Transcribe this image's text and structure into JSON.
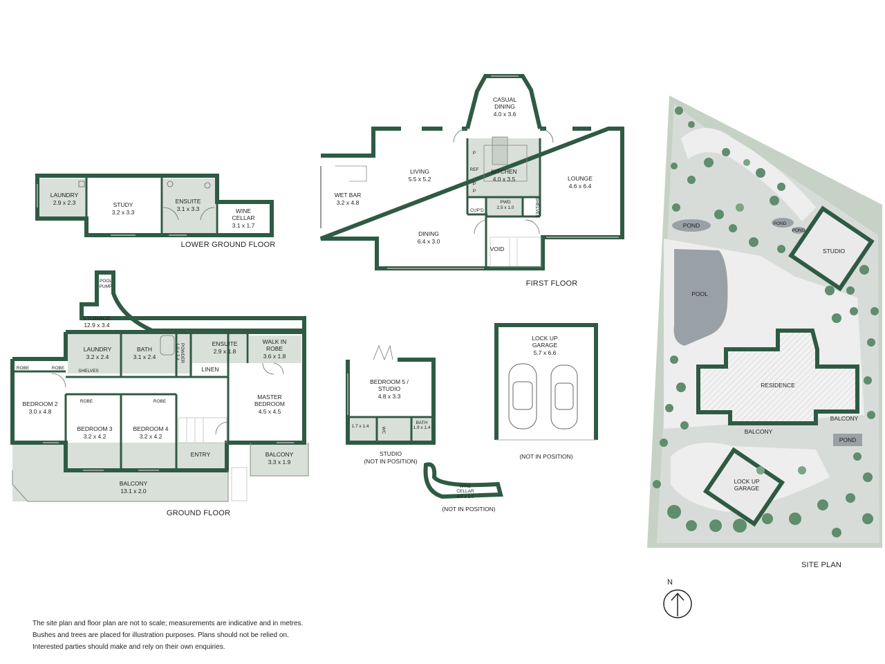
{
  "floors": {
    "lower_ground": {
      "title": "LOWER GROUND FLOOR",
      "rooms": {
        "laundry": {
          "name": "LAUNDRY",
          "size": "2.9 x 2.3"
        },
        "study": {
          "name": "STUDY",
          "size": "3.2 x 3.3"
        },
        "ensuite": {
          "name": "ENSUITE",
          "size": "3.1 x 3.3"
        },
        "wine_cellar": {
          "name1": "WINE",
          "name2": "CELLAR",
          "size": "3.1 x 1.7"
        }
      }
    },
    "first": {
      "title": "FIRST FLOOR",
      "rooms": {
        "casual_dining": {
          "name1": "CASUAL",
          "name2": "DINING",
          "size": "4.0 x 3.6"
        },
        "living": {
          "name": "LIVING",
          "size": "5.5 x 5.2"
        },
        "wet_bar": {
          "name": "WET BAR",
          "size": "3.2 x 4.8"
        },
        "kitchen": {
          "name": "KITCHEN",
          "size": "4.0 x 3.5"
        },
        "lounge": {
          "name": "LOUNGE",
          "size": "4.6 x 6.4"
        },
        "pwd": {
          "name": "PWD",
          "size": "2.5 x 1.0"
        },
        "dining": {
          "name": "DINING",
          "size": "6.4 x 3.0"
        },
        "void": "VOID",
        "cupd": "CUP'D",
        "ref": "REF",
        "pantry": "P",
        "shelves": "SHELVES"
      }
    },
    "ground": {
      "title": "GROUND FLOOR",
      "rooms": {
        "pool_pump": {
          "name1": "POOL",
          "name2": "PUMP"
        },
        "storage": {
          "name": "STORAGE",
          "size": "12.9 x 3.4"
        },
        "laundry": {
          "name": "LAUNDRY",
          "size": "3.2 x 2.4"
        },
        "bath": {
          "name": "BATH",
          "size": "3.1 x 2.4"
        },
        "powder": {
          "name": "POWDER",
          "size": "1.0 x 2.4"
        },
        "ensuite": {
          "name": "ENSUITE",
          "size": "2.9 x 1.8"
        },
        "walk_in_robe": {
          "name1": "WALK IN",
          "name2": "ROBE",
          "size": "3.6 x 1.8"
        },
        "robe": "ROBE",
        "shelves": "SHELVES",
        "linen": "LINEN",
        "bedroom2": {
          "name": "BEDROOM 2",
          "size": "3.0 x 4.8"
        },
        "bedroom3": {
          "name": "BEDROOM 3",
          "size": "3.2 x 4.2"
        },
        "bedroom4": {
          "name": "BEDROOM 4",
          "size": "3.2 x 4.2"
        },
        "master": {
          "name1": "MASTER",
          "name2": "BEDROOM",
          "size": "4.5 x 4.5"
        },
        "entry": "ENTRY",
        "balcony_small": {
          "name": "BALCONY",
          "size": "3.3 x 1.9"
        },
        "balcony": {
          "name": "BALCONY",
          "size": "13.1 x 2.0"
        }
      }
    },
    "studio": {
      "title1": "STUDIO",
      "title2": "(NOT IN POSITION)",
      "rooms": {
        "bedroom5": {
          "name1": "BEDROOM 5 /",
          "name2": "STUDIO",
          "size": "4.8 x 3.3"
        },
        "store": {
          "size": "1.7 x 1.4"
        },
        "wc": "WC",
        "bath": {
          "name": "BATH",
          "size": "1.9 x 1.4"
        }
      }
    },
    "wine_cellar_detached": {
      "name1": "WINE",
      "name2": "CELLAR",
      "size": "4.0 x 1.0",
      "note": "(NOT IN POSITION)"
    },
    "garage": {
      "name1": "LOCK UP",
      "name2": "GARAGE",
      "size": "5.7 x 6.6",
      "note": "(NOT IN POSITION)"
    }
  },
  "site_plan": {
    "title": "SITE PLAN",
    "labels": {
      "pond": "POND",
      "studio": "STUDIO",
      "pool": "POOL",
      "residence": "RESIDENCE",
      "balcony": "BALCONY",
      "garage1": "LOCK UP",
      "garage2": "GARAGE"
    }
  },
  "north": "N",
  "notes": [
    "The site plan and floor plan are not to scale; measurements are indicative and in metres.",
    "Bushes and trees are placed for illustration purposes. Plans should not be relied on.",
    "Interested parties should make and rely on their own enquiries."
  ],
  "colors": {
    "wall": "#2f5a43",
    "wet_area": "#d9dfd9",
    "site_green": "#5f8d6d"
  }
}
